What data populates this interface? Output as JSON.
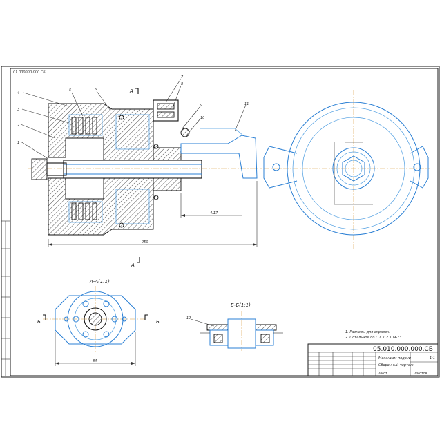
{
  "stamp_code_rotated": "01.000000.000.СБ",
  "section_aa_label": "А-А(1:1)",
  "section_bb_label": "Б-Б(1:1)",
  "cut_label_a": "А",
  "cut_label_b": "Б",
  "notes": [
    "1. Размеры для справок.",
    "2. Остальное по ГОСТ 2.109-73."
  ],
  "title_block": {
    "designation": "05.010.000.000.СБ",
    "name_line1": "Механизм подачи",
    "name_line2": "Сборочный чертеж",
    "scale": "1:1",
    "sheet": "Лист",
    "sheets": "Листов"
  },
  "callouts": [
    "1",
    "2",
    "3",
    "4",
    "5",
    "6",
    "7",
    "8",
    "9",
    "10",
    "11",
    "12"
  ],
  "dims": {
    "overall_length": "250",
    "stroke": "4.17",
    "flange_width": "84"
  }
}
